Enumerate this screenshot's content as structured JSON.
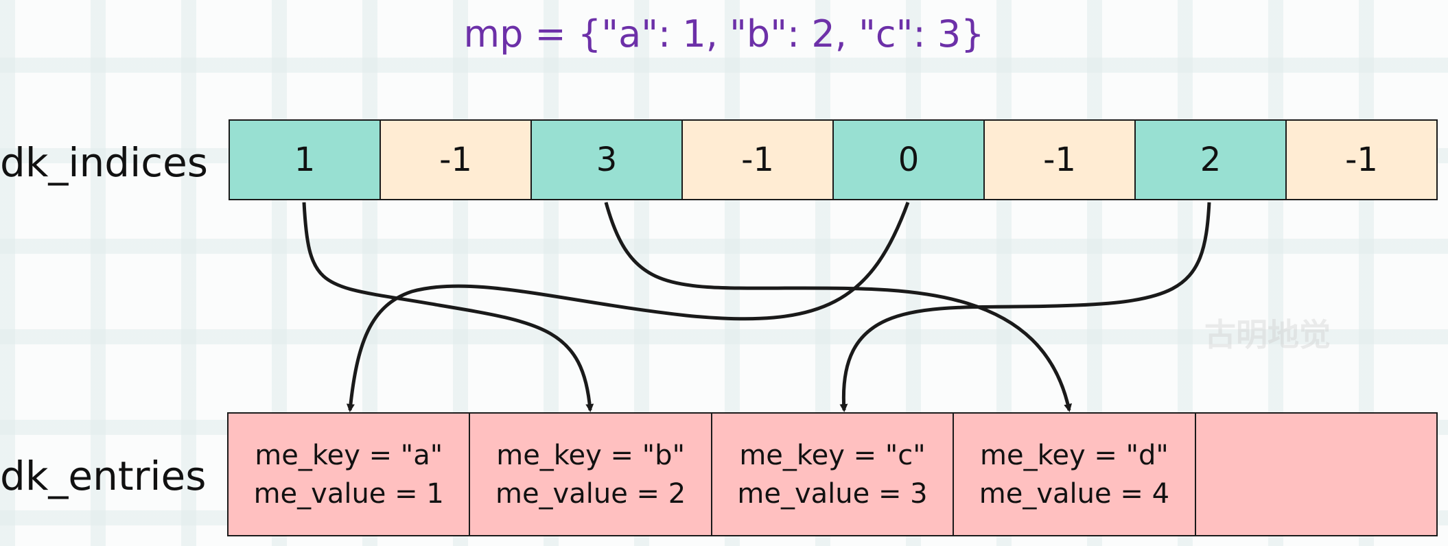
{
  "title": "mp = {\"a\": 1, \"b\": 2, \"c\": 3}",
  "indices": {
    "label": "dk_indices",
    "cells": [
      "1",
      "-1",
      "3",
      "-1",
      "0",
      "-1",
      "2",
      "-1"
    ]
  },
  "entries": {
    "label": "dk_entries",
    "cells": [
      {
        "key": "me_key = \"a\"",
        "value": "me_value = 1"
      },
      {
        "key": "me_key = \"b\"",
        "value": "me_value = 2"
      },
      {
        "key": "me_key = \"c\"",
        "value": "me_value = 3"
      },
      {
        "key": "me_key = \"d\"",
        "value": "me_value = 4"
      },
      {
        "key": "",
        "value": ""
      }
    ]
  },
  "watermark": "古明地觉",
  "colors": {
    "title": "#6c30a8",
    "used_slot": "#98e0d2",
    "empty_slot": "#ffecd3",
    "entry": "#ffc0c0",
    "line": "#1a1a1a"
  }
}
